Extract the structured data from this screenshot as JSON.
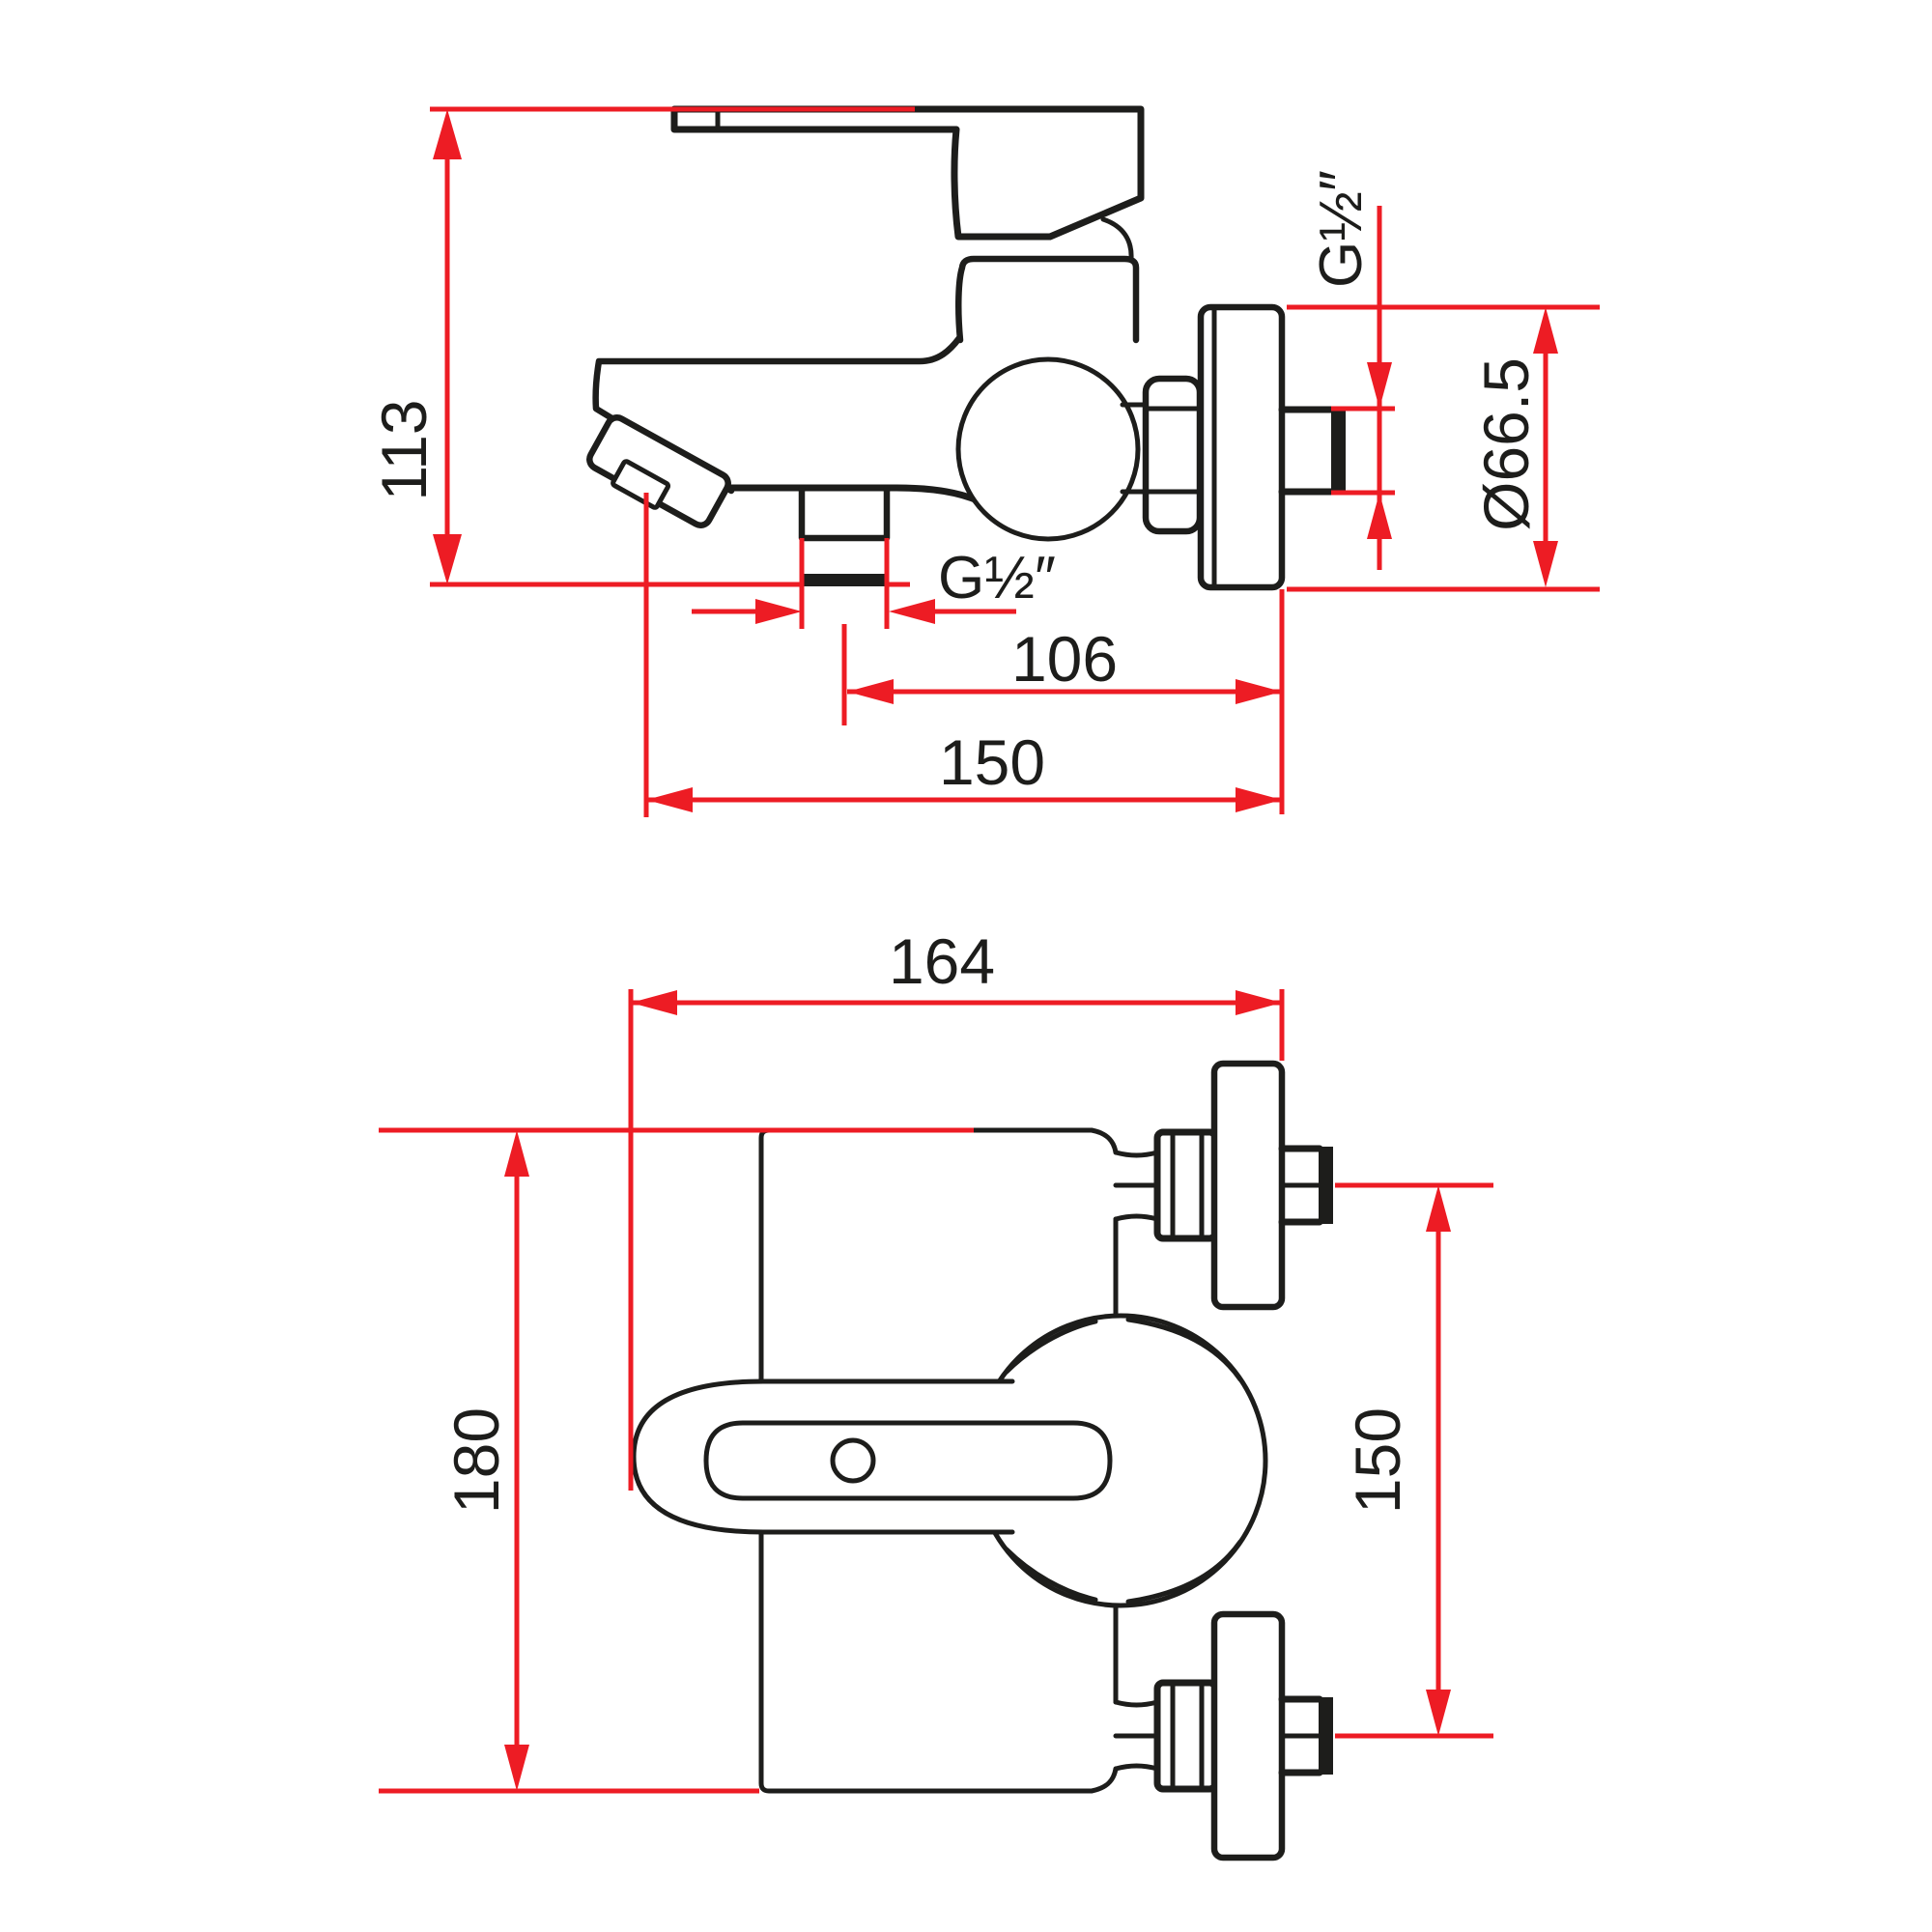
{
  "colors": {
    "outline": "#1d1d1b",
    "dimension": "#ed1c24",
    "background": "#ffffff"
  },
  "side_view": {
    "labels": {
      "height": "113",
      "outlet_thread": "G½″",
      "outlet_center_to_wall": "106",
      "spout_to_wall": "150",
      "wall_thread": "G½″",
      "flange_diameter": "Ø66.5"
    }
  },
  "plan_view": {
    "labels": {
      "depth": "164",
      "width": "180",
      "inlet_spacing": "150"
    }
  }
}
